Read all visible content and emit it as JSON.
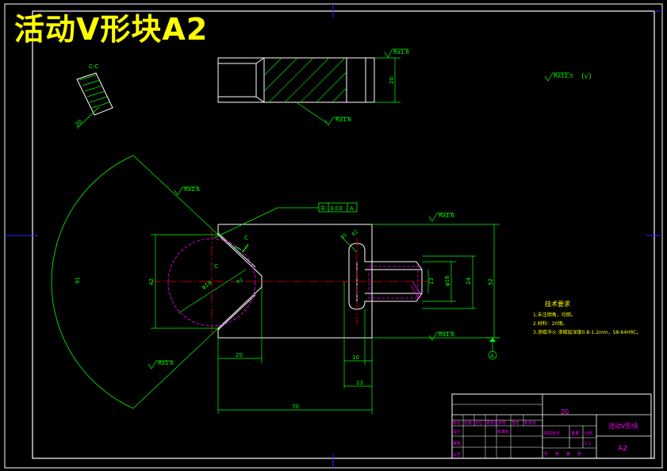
{
  "sheet_title": "活动V形块A2",
  "colors": {
    "background": "#000000",
    "frame": "#ffffff",
    "part": "#ffffff",
    "dimension": "#00ff00",
    "hidden": "#ff00ff",
    "center": "#ff0000",
    "title_yellow": "#ffff00",
    "grid_blue": "#0000ff",
    "table_magenta": "#ff00ff"
  },
  "section_label": "C-C",
  "section_dim": "20",
  "cut_marker": "C",
  "roughness": {
    "general": "Ra12.5",
    "general_paren": "(√)",
    "ra16": "Ra1.6"
  },
  "dimensions": {
    "height_top": "20",
    "radius_91": "91",
    "v_width_42": "42",
    "hole_dia": "φ18",
    "chamfer_30": "30",
    "v_slot_r": "R2",
    "offset_20": "20",
    "total_70": "70",
    "bolt_13a": "13",
    "bolt_dia_16": "φ16",
    "slot_24": "24",
    "height_52": "52",
    "depth_10": "10",
    "depth_13": "13"
  },
  "tolerance_frame": {
    "symbol": "☰",
    "value": "0.03",
    "datum": "A"
  },
  "datum_label": "A",
  "notes": {
    "heading": "技术要求",
    "items": [
      "1.未注倒角，均倒。",
      "2.材料：20钢。",
      "3.渗碳淬火 渗碳层深度0.8-1.2mm，58-64HRC。"
    ]
  },
  "title_block": {
    "material": "20",
    "part_name": "活动V形块",
    "drawing_no": "A2",
    "header_cells": [
      "标记",
      "处数",
      "分区",
      "更改文件号",
      "签名",
      "年月日"
    ],
    "row_labels": [
      "设计",
      "审核",
      "工艺"
    ],
    "std_label": "标准化",
    "mid_cells": [
      "阶段标记",
      "重量",
      "比例"
    ],
    "scale": "1:1",
    "sheet_info": [
      "共",
      "张",
      "第",
      "张"
    ]
  }
}
